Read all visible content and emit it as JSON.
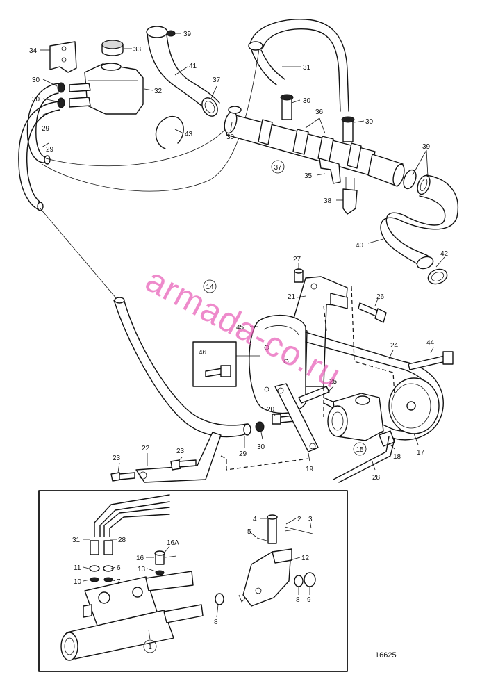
{
  "drawing_number": "16625",
  "watermark": "armada-co.ru",
  "circled_refs": {
    "r14": "14",
    "r37": "37",
    "r15": "15",
    "r1": "1"
  },
  "labels": {
    "l34": "34",
    "l33": "33",
    "l32": "32",
    "l30a": "30",
    "l30b": "30",
    "l29a": "29",
    "l29b": "29",
    "l39a": "39",
    "l41": "41",
    "l37": "37",
    "l43": "43",
    "l31": "31",
    "l30c": "30",
    "l36": "36",
    "l30d": "30",
    "l30e": "30",
    "l35": "35",
    "l38": "38",
    "l39b": "39",
    "l40": "40",
    "l42": "42",
    "l27": "27",
    "l21": "21",
    "l26": "26",
    "l45": "45",
    "l46": "46",
    "l24": "24",
    "l44": "44",
    "l25": "25",
    "l20": "20",
    "l30f": "30",
    "l29c": "29",
    "l22": "22",
    "l23a": "23",
    "l23b": "23",
    "l19": "19",
    "l18": "18",
    "l17": "17",
    "l28a": "28",
    "l4": "4",
    "l2": "2",
    "l3": "3",
    "l5": "5",
    "l12": "12",
    "l31b": "31",
    "l28b": "28",
    "l16A": "16A",
    "l16": "16",
    "l13": "13",
    "l11": "11",
    "l6": "6",
    "l10": "10",
    "l7": "7",
    "l8a": "8",
    "l8b": "8",
    "l9": "9"
  }
}
